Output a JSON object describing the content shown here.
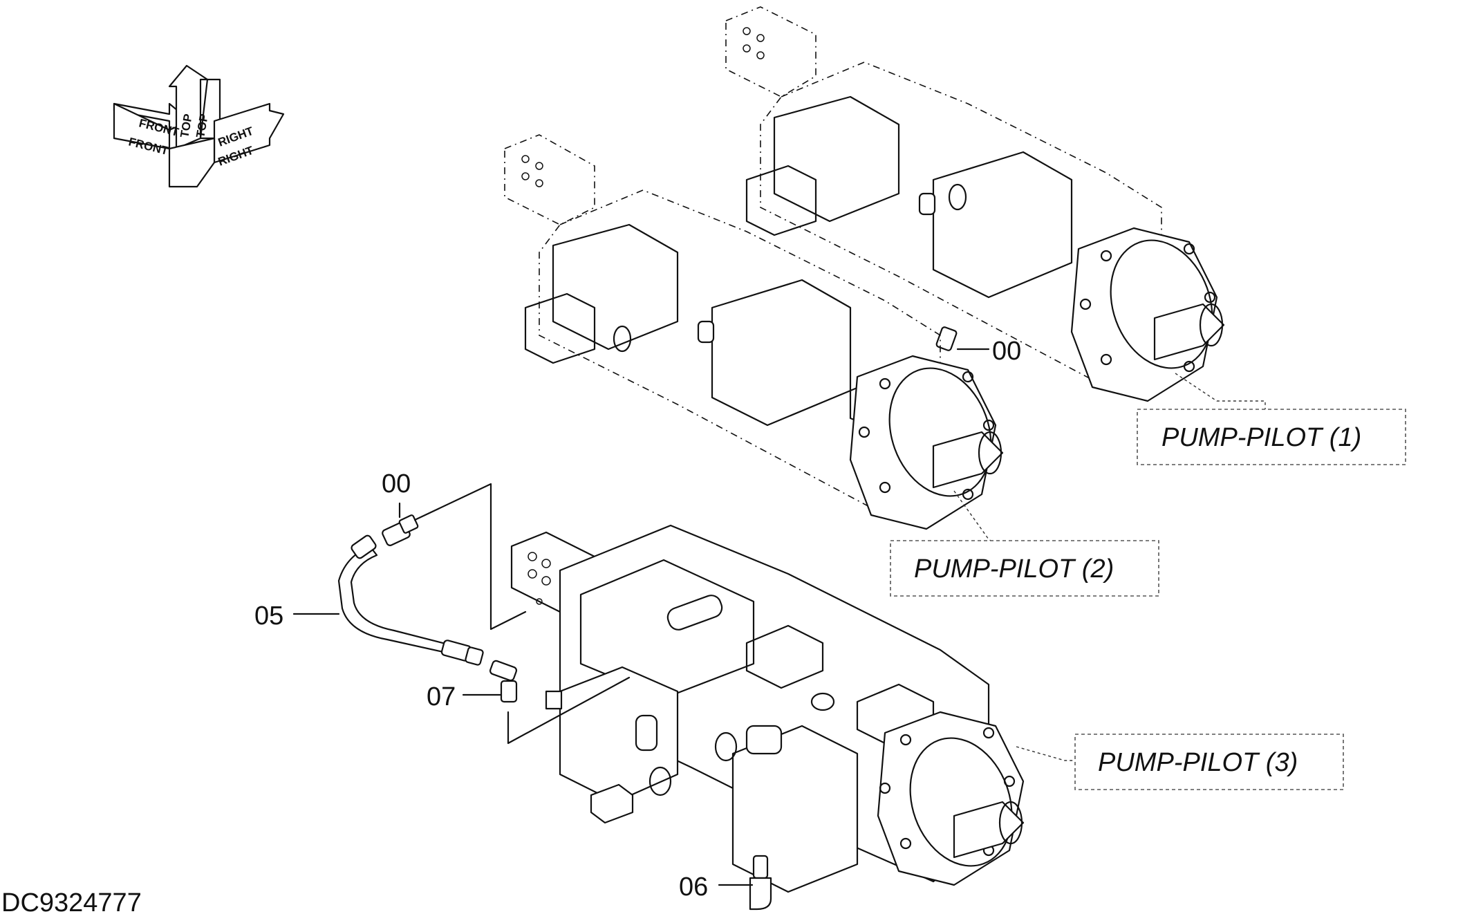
{
  "drawing_id": "DC9324777",
  "orientation_arrows": {
    "front": "FRONT",
    "top": "TOP",
    "right": "RIGHT"
  },
  "callouts": [
    {
      "text": "PUMP-PILOT  (1)"
    },
    {
      "text": "PUMP-PILOT  (2)"
    },
    {
      "text": "PUMP-PILOT  (3)"
    }
  ],
  "part_numbers": [
    "00",
    "00",
    "05",
    "07",
    "06"
  ]
}
